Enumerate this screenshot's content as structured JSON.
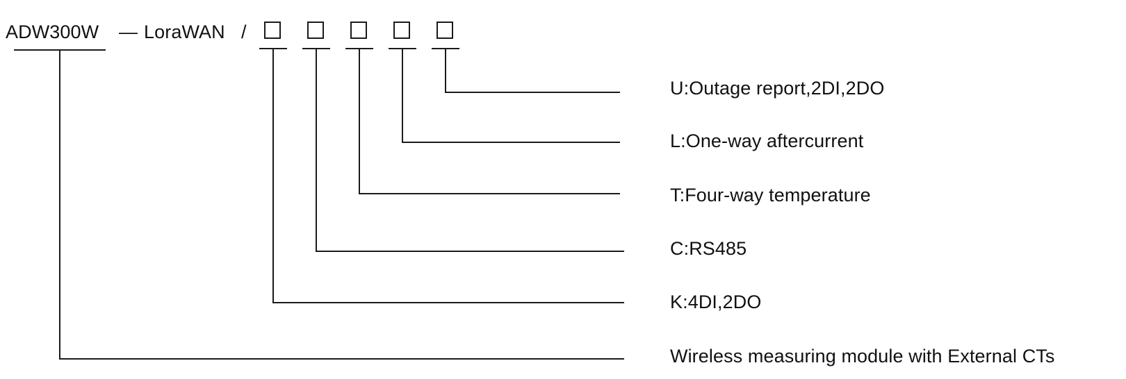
{
  "model": {
    "base": "ADW300W",
    "separator": "—",
    "protocol": "LoraWAN",
    "slash": "/"
  },
  "options": [
    {
      "code_desc": "U:Outage report,2DI,2DO"
    },
    {
      "code_desc": "L:One-way aftercurrent"
    },
    {
      "code_desc": "T:Four-way temperature"
    },
    {
      "code_desc": "C:RS485"
    },
    {
      "code_desc": "K:4DI,2DO"
    }
  ],
  "base_description": "Wireless measuring module with External CTs",
  "colors": {
    "line": "#1a1a1a",
    "text": "#111111",
    "background": "#ffffff"
  }
}
